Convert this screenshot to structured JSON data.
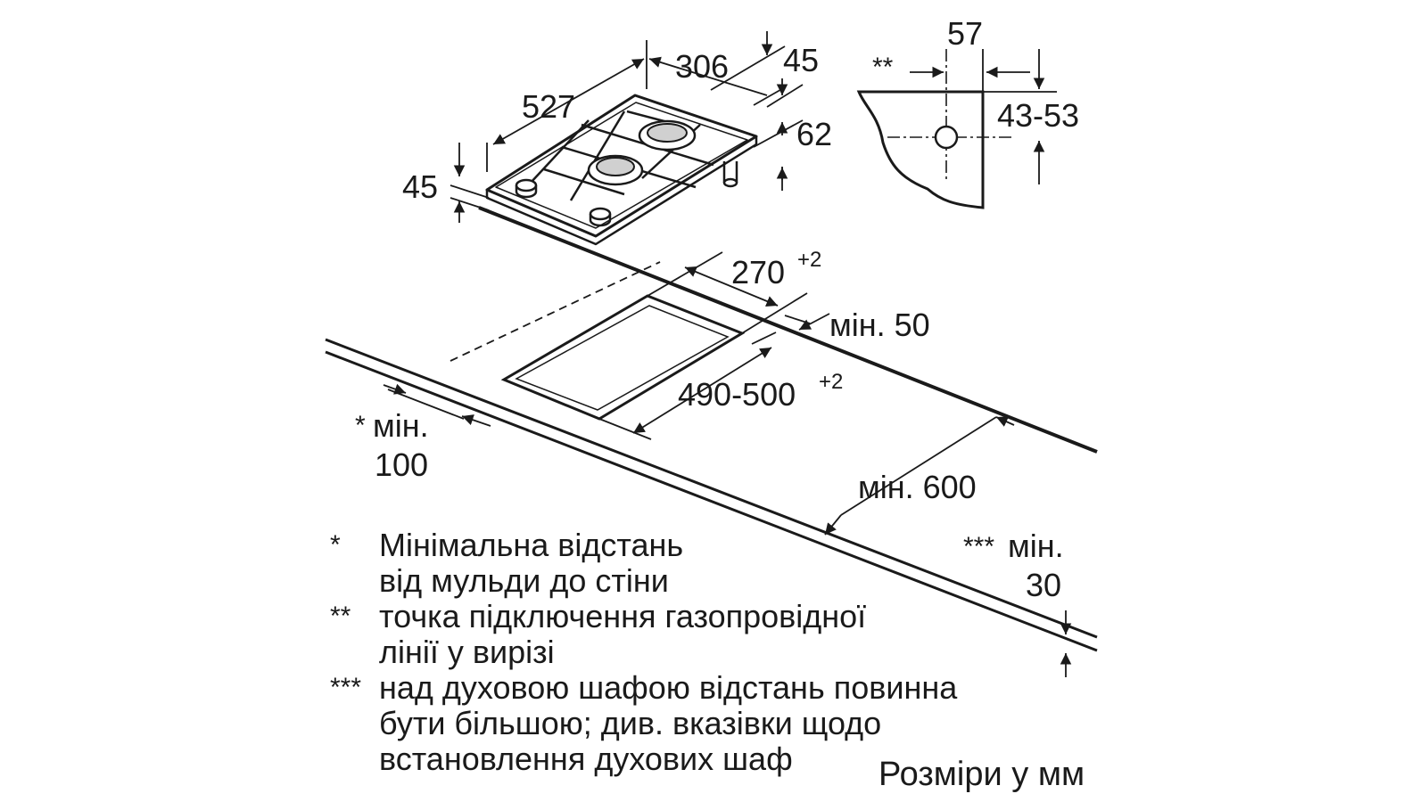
{
  "dimensions": {
    "hob_depth": "527",
    "hob_width": "306",
    "hob_top_height": "45",
    "hob_body_height": "62",
    "hob_front_height": "45",
    "gas_offset": "57",
    "gas_height": "43-53",
    "gas_mark": "**",
    "cutout_width": "270",
    "cutout_width_tol": "+2",
    "back_min": "мін. 50",
    "cutout_depth": "490-500",
    "cutout_depth_tol": "+2",
    "side_star": "*",
    "side_min": "мін.",
    "side_value": "100",
    "worktop_min": "мін. 600",
    "oven_stars": "***",
    "oven_min": "мін.",
    "oven_value": "30"
  },
  "notes": [
    {
      "mark": "*",
      "lines": [
        "Мінімальна відстань",
        "від мульди до стіни"
      ]
    },
    {
      "mark": "**",
      "lines": [
        "точка підключення газопровідної",
        "лінії у вирізі"
      ]
    },
    {
      "mark": "***",
      "lines": [
        "над духовою шафою відстань повинна",
        "бути більшою; див. вказівки щодо",
        "встановлення духових шаф"
      ]
    }
  ],
  "units_label": "Розміри у мм"
}
